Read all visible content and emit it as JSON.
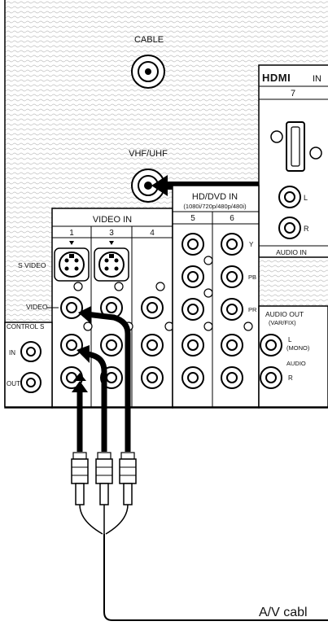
{
  "panel": {
    "cable": "CABLE",
    "vhf_uhf": "VHF/UHF",
    "hdmi_logo": "HDMI",
    "hdmi_in": "IN",
    "hdmi_num": "7",
    "audio_in": "AUDIO IN",
    "audio_in_l": "L",
    "audio_in_r": "R"
  },
  "video_in": {
    "title": "VIDEO IN",
    "col1": "1",
    "col3": "3",
    "col4": "4",
    "s_video": "S VIDEO",
    "video": "VIDEO"
  },
  "hd_dvd": {
    "title": "HD/DVD IN",
    "formats": "(1080i/720p/480p/480i)",
    "col5": "5",
    "col6": "6",
    "y": "Y",
    "pb": "PB",
    "pr": "PR"
  },
  "audio_out": {
    "title": "AUDIO OUT",
    "mode": "(VAR/FIX)",
    "l": "L",
    "mono": "(MONO)",
    "audio": "AUDIO",
    "r": "R"
  },
  "control_s": {
    "title": "CONTROL S",
    "in": "IN",
    "out": "OUT"
  },
  "caption": "A/V cabl"
}
